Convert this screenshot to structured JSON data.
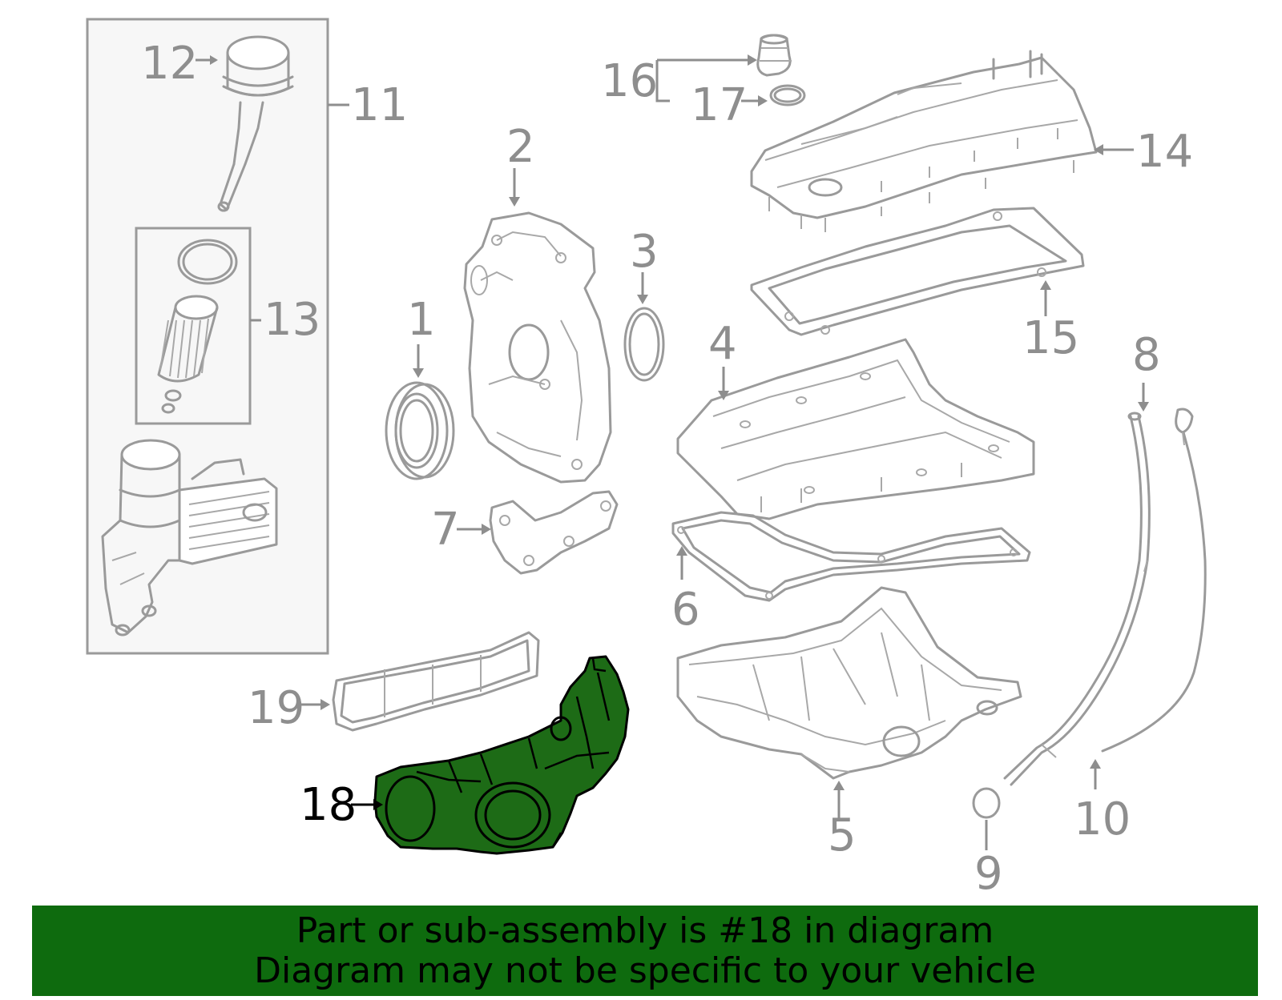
{
  "labels": {
    "l1": "1",
    "l2": "2",
    "l3": "3",
    "l4": "4",
    "l5": "5",
    "l6": "6",
    "l7": "7",
    "l8": "8",
    "l9": "9",
    "l10": "10",
    "l11": "11",
    "l12": "12",
    "l13": "13",
    "l14": "14",
    "l15": "15",
    "l16": "16",
    "l17": "17",
    "l18": "18",
    "l19": "19"
  },
  "highlight": {
    "part": "18",
    "fill_color": "#1d6b16",
    "banner_color": "#0e6b0e"
  },
  "banner": {
    "line1": "Part or sub-assembly is #18 in diagram",
    "line2": "Diagram may not be specific to your vehicle"
  }
}
